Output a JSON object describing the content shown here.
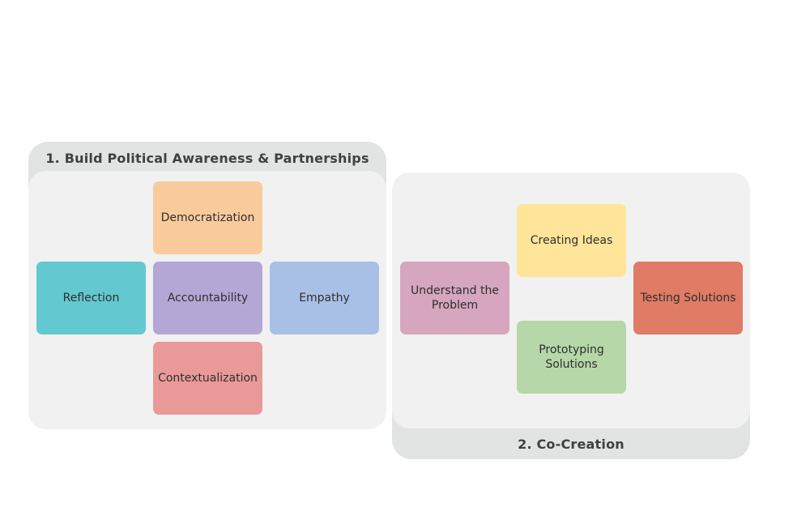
{
  "group1": {
    "title": "1. Build Political Awareness & Partnerships",
    "boxes": {
      "democratization": {
        "label": "Democratization",
        "color": "#f9cb9c"
      },
      "reflection": {
        "label": "Reflection",
        "color": "#63c8cf"
      },
      "accountability": {
        "label": "Accountability",
        "color": "#b4a7d6"
      },
      "empathy": {
        "label": "Empathy",
        "color": "#a9c0e6"
      },
      "contextualization": {
        "label": "Contextualization",
        "color": "#ea9999"
      }
    }
  },
  "group2": {
    "title": "2. Co-Creation",
    "boxes": {
      "understand": {
        "label": "Understand the Problem",
        "color": "#d5a6bd"
      },
      "creating": {
        "label": "Creating Ideas",
        "color": "#ffe599"
      },
      "prototyping": {
        "label": "Prototyping Solutions",
        "color": "#b6d7a8"
      },
      "testing": {
        "label": "Testing Solutions",
        "color": "#e07b66"
      }
    }
  }
}
